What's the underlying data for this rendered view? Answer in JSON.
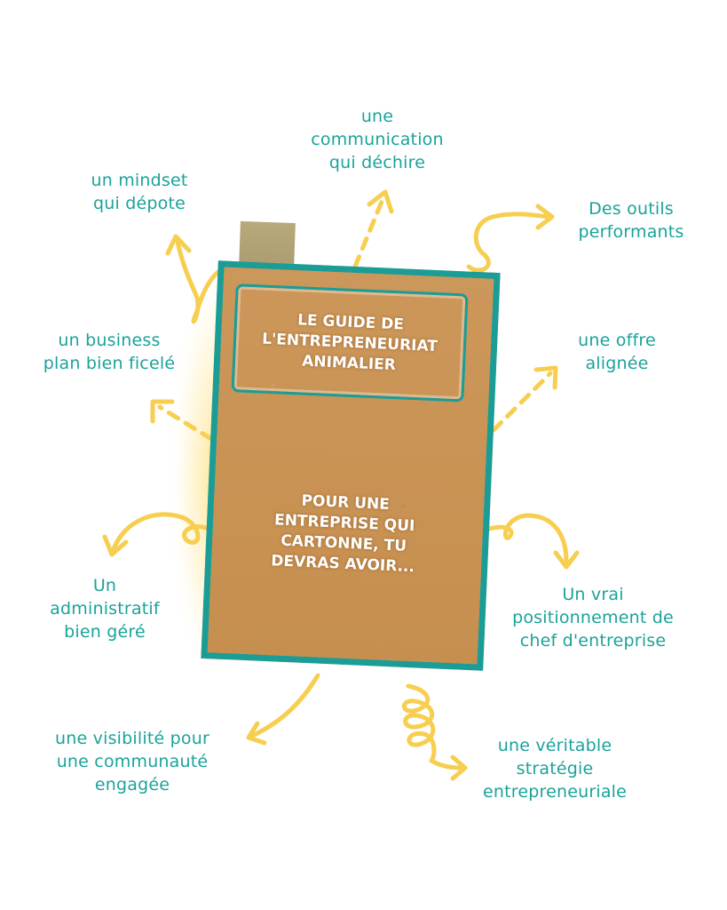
{
  "book": {
    "title": "LE GUIDE DE\nL'ENTREPRENEURIAT\nANIMALIER",
    "subtitle": "POUR UNE\nENTREPRISE QUI\nCARTONNE, TU\nDEVRAS AVOIR..."
  },
  "labels": {
    "communication": "une\ncommunication\nqui déchire",
    "mindset": "un mindset\nqui dépote",
    "outils": "Des outils\nperformants",
    "business_plan": "un business\nplan bien ficelé",
    "offre": "une offre\nalignée",
    "administratif": "Un\nadministratif\nbien géré",
    "positionnement": "Un vrai\npositionnement de\nchef d'entreprise",
    "visibilite": "une visibilité pour\nune communauté\nengagée",
    "strategie": "une véritable\nstratégie\nentrepreneuriale"
  },
  "colors": {
    "teal": "#1aa39a",
    "arrow_yellow": "#f7ce4f",
    "kraft": "#c99454",
    "book_border": "#1a9d97"
  }
}
